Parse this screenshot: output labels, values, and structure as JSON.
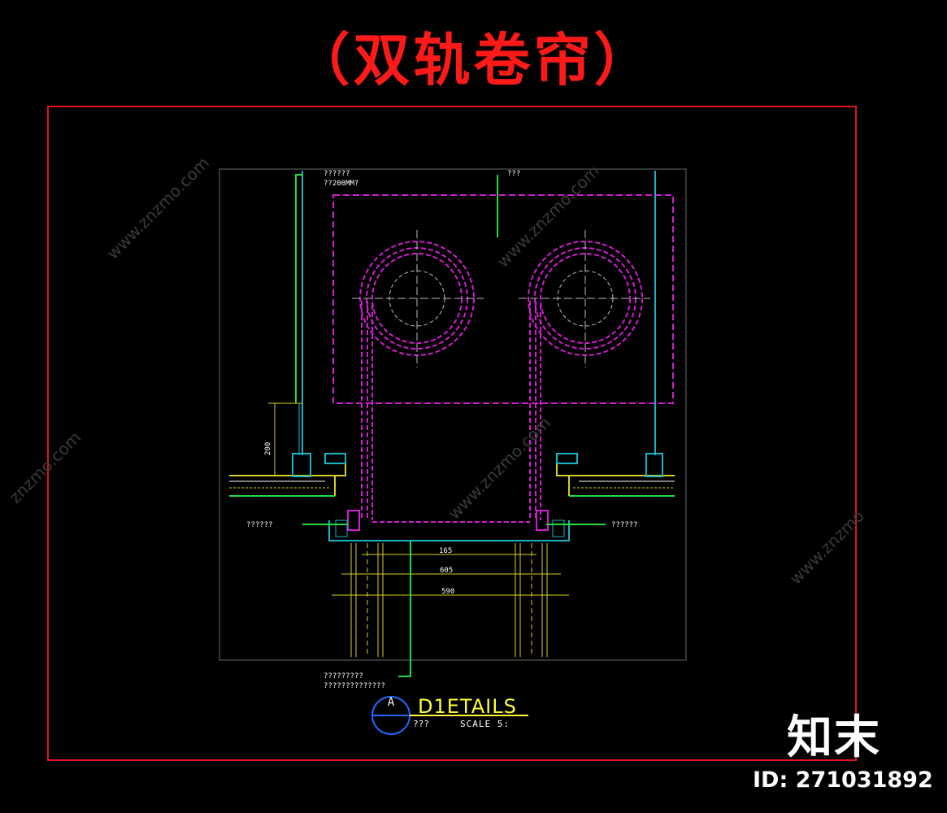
{
  "title": "（双轨卷帘）",
  "labels": {
    "top_left_1": "??????",
    "top_left_2": "??200MM?",
    "top_center": "???",
    "side_left": "??????",
    "side_right": "??????",
    "dim_vertical": "200",
    "dim_1": "165",
    "dim_2": "605",
    "dim_3": "590",
    "bottom_1": "?????????",
    "bottom_2": "??????????????"
  },
  "details": {
    "callout_letter": "A",
    "title": "D1ETAILS",
    "subtitle": "???",
    "scale": "SCALE  5:"
  },
  "watermark": {
    "logo": "知末",
    "id": "ID: 271031892"
  },
  "colors": {
    "title": "#ff1a1a",
    "frame": "#e0141e",
    "magenta": "#d21cd2",
    "cyan": "#18b4c8",
    "green": "#22dd44",
    "yellow": "#d8d020",
    "white": "#ffffff"
  }
}
